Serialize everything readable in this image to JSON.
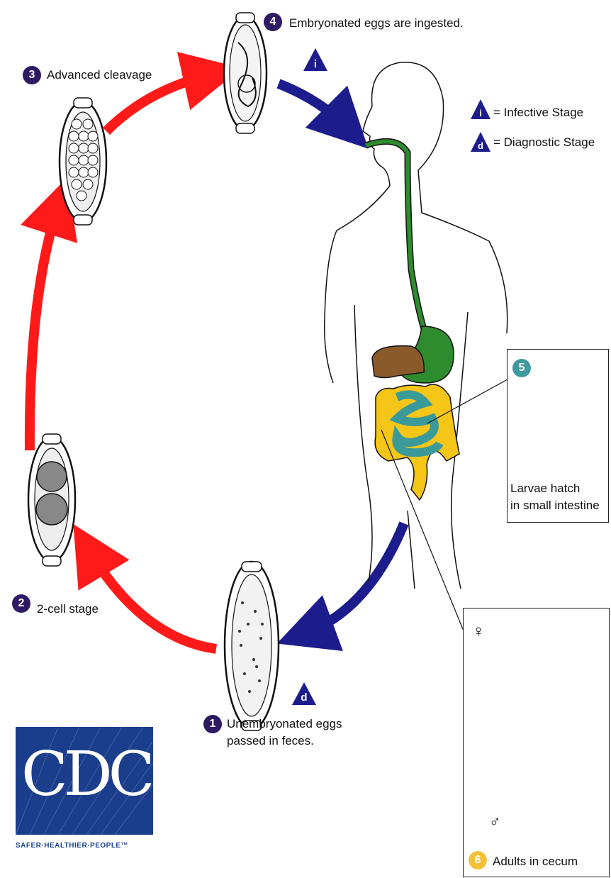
{
  "legend": {
    "infective_symbol": "i",
    "infective_label": "= Infective Stage",
    "diagnostic_symbol": "d",
    "diagnostic_label": "= Diagnostic Stage"
  },
  "stages": [
    {
      "number": "1",
      "label_line1": "Unembryonated eggs",
      "label_line2": "passed in feces."
    },
    {
      "number": "2",
      "label_line1": "2-cell stage"
    },
    {
      "number": "3",
      "label_line1": "Advanced cleavage"
    },
    {
      "number": "4",
      "label_line1": "Embryonated eggs are ingested."
    },
    {
      "number": "5",
      "label_line1": "Larvae hatch",
      "label_line2": "in small intestine"
    },
    {
      "number": "6",
      "label_line1": "Adults in cecum"
    }
  ],
  "stage_markers": {
    "stage4_marker": "i",
    "stage1_marker": "d"
  },
  "sex_symbols": {
    "female": "♀",
    "male": "♂"
  },
  "logo": {
    "text": "CDC",
    "tagline": "SAFER·HEALTHIER·PEOPLE™"
  },
  "colors": {
    "stage_circle": "#2e1a63",
    "stage5_circle": "#3f9aa0",
    "stage6_circle": "#f2c13a",
    "red_arrow": "#ff1a1a",
    "blue_arrow": "#1c1c8c",
    "esophagus_stomach": "#2e8b2e",
    "liver": "#8b5a2b",
    "large_intestine": "#f5c518",
    "small_intestine": "#3a9a9a",
    "cdc_blue": "#1a3e8c"
  }
}
